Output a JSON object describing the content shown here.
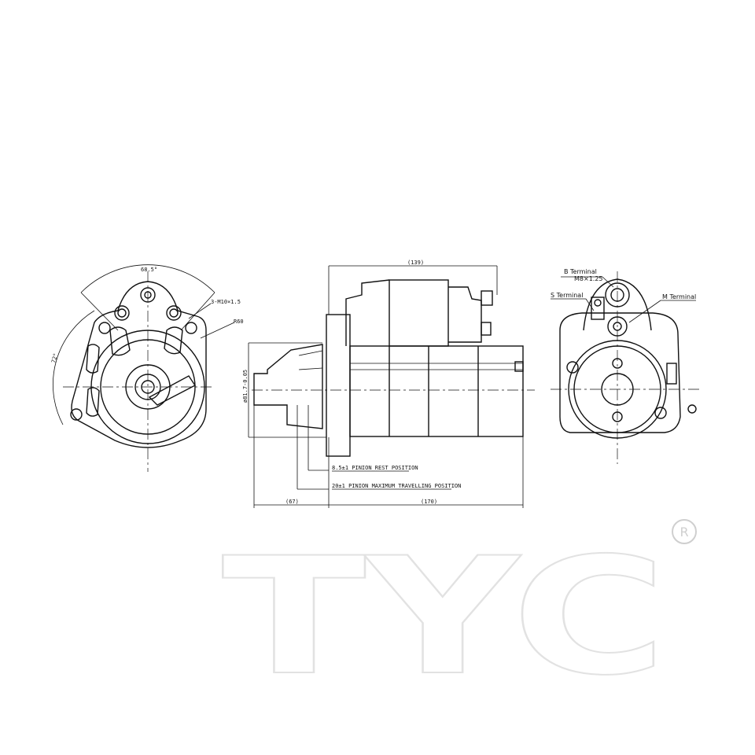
{
  "drawing": {
    "front_view": {
      "angle_top": "68.5°",
      "bolt_spec": "3-M10×1.5",
      "radius": "R60",
      "angle_left": "72°"
    },
    "side_view": {
      "overall_top": "(139)",
      "diameter": "ø81.7-0.05",
      "pinion_rest": "8.5±1 PINION REST POSITION",
      "pinion_travel": "20±1 PINION MAXIMUM TRAVELLING POSITION",
      "length_front": "(67)",
      "length_body": "(170)"
    },
    "rear_view": {
      "b_terminal": "B Terminal",
      "b_terminal_spec": "M8×1.25",
      "s_terminal": "S Terminal",
      "m_terminal": "M Terminal"
    }
  },
  "logo": {
    "text": "TYC",
    "registered": "®",
    "color": "#e2e2e2"
  }
}
